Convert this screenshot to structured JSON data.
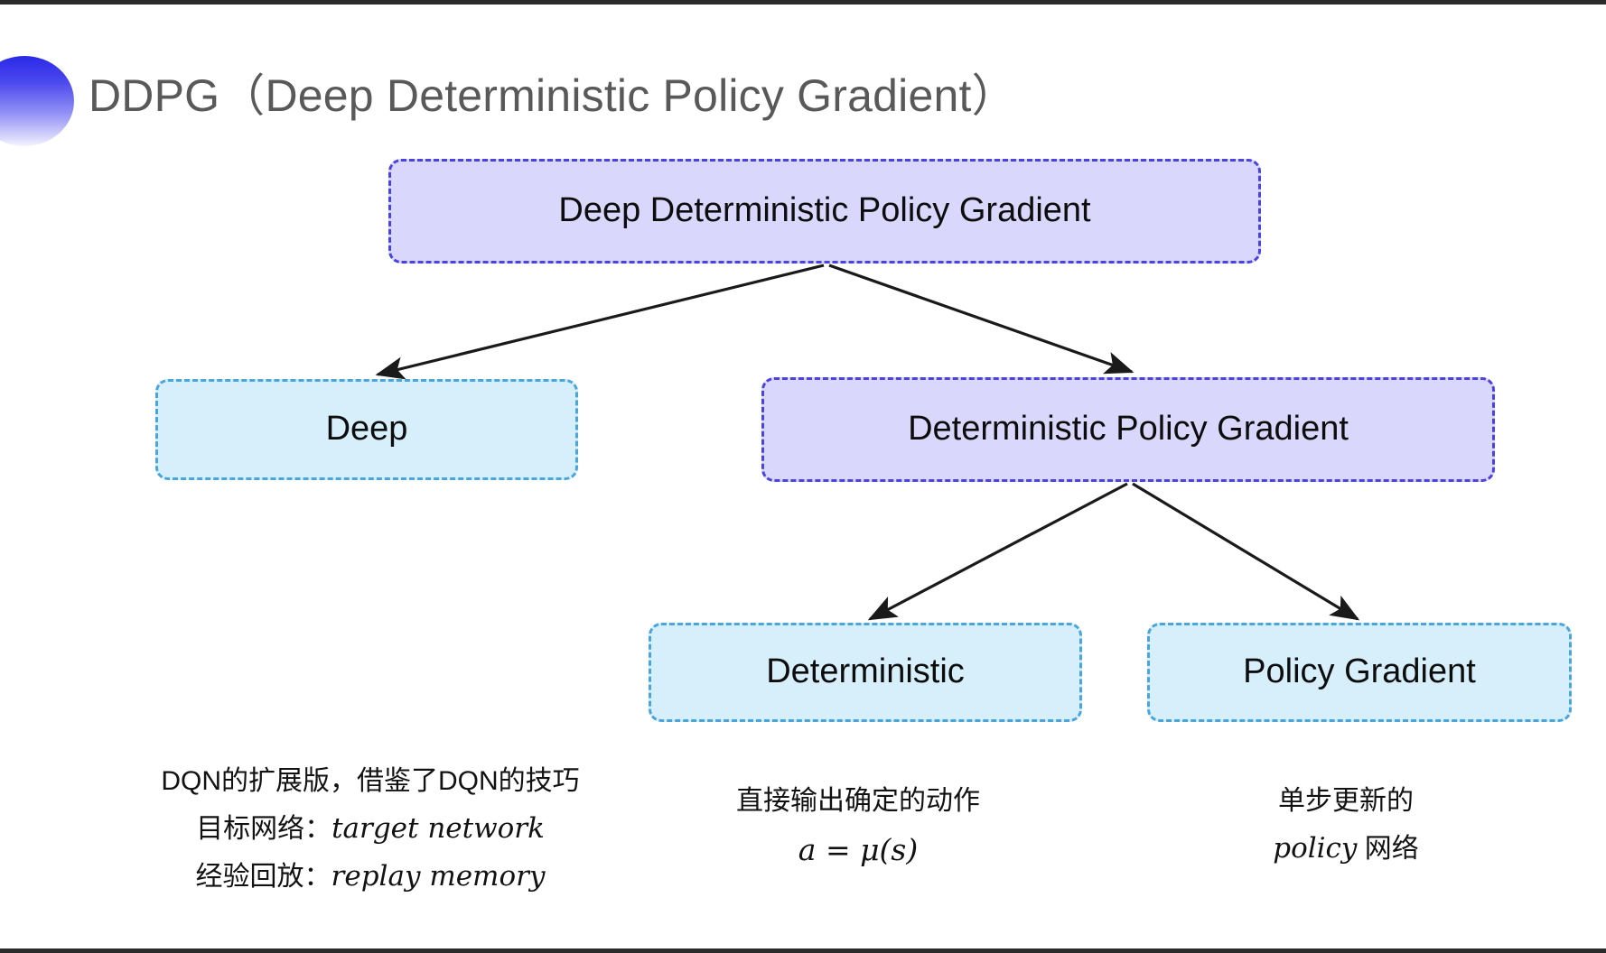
{
  "slide": {
    "title": "DDPG（Deep Deterministic Policy Gradient）",
    "background_color": "#ffffff",
    "title_color": "#595959",
    "bullet_icon": "gradient-half-circle-icon",
    "bullet_color_start": "#2a2ae8",
    "bullet_color_end": "#f6f5ff"
  },
  "colors": {
    "purple_fill": "#d9d7fb",
    "purple_border": "#4a43e0",
    "cyan_fill": "#d7eefb",
    "cyan_border": "#49a6dd",
    "arrow": "#1a1a1a",
    "text": "#0d0d0d"
  },
  "diagram": {
    "type": "tree",
    "nodes": [
      {
        "id": "root",
        "label": "Deep Deterministic Policy Gradient",
        "style": "purple",
        "level": 0
      },
      {
        "id": "deep",
        "label": "Deep",
        "style": "cyan",
        "level": 1
      },
      {
        "id": "dpg",
        "label": "Deterministic Policy Gradient",
        "style": "purple",
        "level": 1
      },
      {
        "id": "det",
        "label": "Deterministic",
        "style": "cyan",
        "level": 2
      },
      {
        "id": "pg",
        "label": "Policy Gradient",
        "style": "cyan",
        "level": 2
      }
    ],
    "edges": [
      {
        "from": "root",
        "to": "deep"
      },
      {
        "from": "root",
        "to": "dpg"
      },
      {
        "from": "dpg",
        "to": "det"
      },
      {
        "from": "dpg",
        "to": "pg"
      }
    ]
  },
  "captions": {
    "deep": {
      "line1": "DQN的扩展版，借鉴了DQN的技巧",
      "line2_label": "目标网络：",
      "line2_term": "target network",
      "line3_label": "经验回放：",
      "line3_term": "replay memory"
    },
    "deterministic": {
      "line1": "直接输出确定的动作",
      "formula": "a = μ(s)"
    },
    "policy_gradient": {
      "line1": "单步更新的",
      "line2_term": "policy",
      "line2_tail": "网络"
    }
  }
}
